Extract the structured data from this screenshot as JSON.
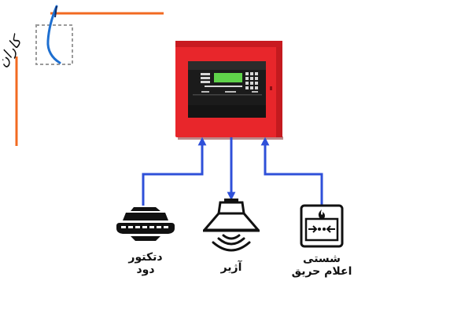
{
  "brand": {
    "logo_text": "کاران",
    "accent_color": "#f26a21",
    "logo_blue": "#1e6fd0"
  },
  "panel": {
    "body_color": "#e8262b",
    "panel_face_color": "#1b1b1b",
    "status_color": "#5fd34a",
    "icon": "fire-alarm-control-panel-icon"
  },
  "connector_color": "#2f50d9",
  "devices": [
    {
      "id": "smoke-detector",
      "icon": "smoke-detector-icon",
      "label_lines": [
        "دتکتور",
        "دود"
      ],
      "direction": "to-panel"
    },
    {
      "id": "siren",
      "icon": "siren-icon",
      "label_lines": [
        "آژیر"
      ],
      "direction": "from-panel"
    },
    {
      "id": "manual-call-point",
      "icon": "manual-call-point-icon",
      "label_lines": [
        "شستی",
        "اعلام حریق"
      ],
      "direction": "to-panel"
    }
  ]
}
